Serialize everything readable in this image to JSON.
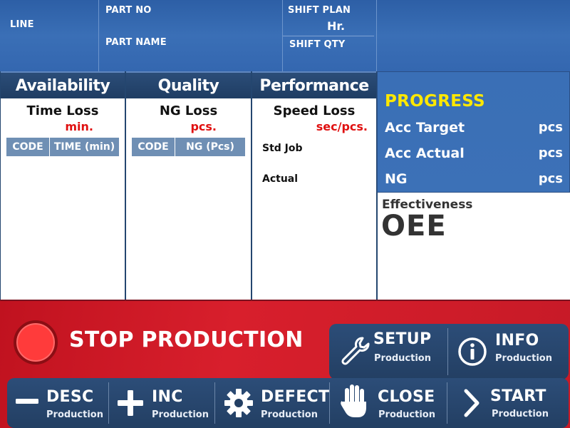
{
  "header": {
    "line_label": "LINE",
    "part_no_label": "PART NO",
    "part_name_label": "PART NAME",
    "shift_plan_label": "SHIFT PLAN",
    "shift_plan_unit": "Hr.",
    "shift_qty_label": "SHIFT QTY"
  },
  "availability": {
    "title": "Availability",
    "subtitle": "Time Loss",
    "unit": "min.",
    "columns": [
      "CODE",
      "TIME (min)"
    ]
  },
  "quality": {
    "title": "Quality",
    "subtitle": "NG Loss",
    "unit": "pcs.",
    "columns": [
      "CODE",
      "NG (Pcs)"
    ]
  },
  "performance": {
    "title": "Performance",
    "subtitle": "Speed Loss",
    "unit": "sec/pcs.",
    "std_job_label": "Std Job",
    "actual_label": "Actual"
  },
  "progress": {
    "title": "PROGRESS",
    "rows": [
      {
        "label": "Acc Target",
        "unit": "pcs"
      },
      {
        "label": "Acc Actual",
        "unit": "pcs"
      },
      {
        "label": "NG",
        "unit": "pcs"
      }
    ]
  },
  "effectiveness": {
    "label": "Effectiveness",
    "value_label": "OEE"
  },
  "stop": {
    "label": "STOP PRODUCTION"
  },
  "buttons": {
    "setup": {
      "title": "SETUP",
      "sub": "Production",
      "icon": "wrench-icon"
    },
    "info": {
      "title": "INFO",
      "sub": "Production",
      "icon": "info-icon"
    },
    "desc": {
      "title": "DESC",
      "sub": "Production",
      "icon": "minus-icon"
    },
    "inc": {
      "title": "INC",
      "sub": "Production",
      "icon": "plus-icon"
    },
    "defect": {
      "title": "DEFECT",
      "sub": "Production",
      "icon": "gear-icon"
    },
    "close": {
      "title": "CLOSE",
      "sub": "Production",
      "icon": "hand-icon"
    },
    "start": {
      "title": "START",
      "sub": "Production",
      "icon": "chevron-right-icon"
    }
  },
  "colors": {
    "header_blue": "#3467b0",
    "panel_title": "#1f3d63",
    "loss_unit_red": "#e01010",
    "progress_yellow": "#ffe800",
    "bottom_red": "#d81f2c",
    "stop_circle": "#ff3b3b",
    "button_navy": "#233f63"
  }
}
